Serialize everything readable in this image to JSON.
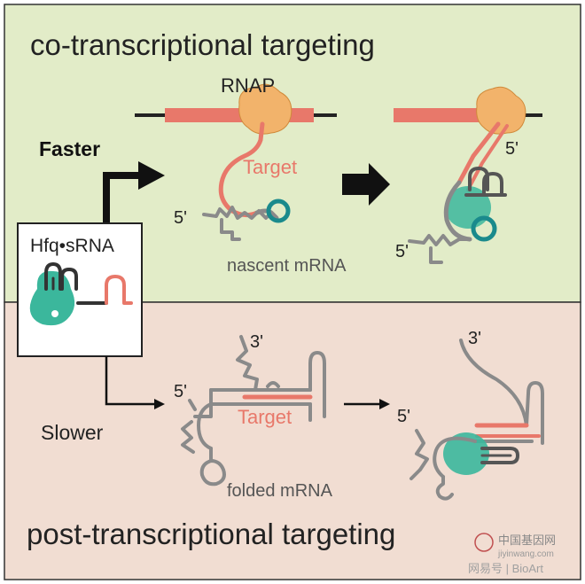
{
  "top_panel": {
    "title": "co-transcriptional targeting",
    "faster_label": "Faster",
    "rnap_label": "RNAP",
    "target_label": "Target",
    "five_prime_a": "5'",
    "five_prime_b": "5'",
    "five_prime_c": "5'",
    "nascent_label": "nascent mRNA"
  },
  "bottom_panel": {
    "title": "post-transcriptional targeting",
    "slower_label": "Slower",
    "target_label": "Target",
    "folded_label": "folded mRNA",
    "three_prime_a": "3'",
    "three_prime_b": "3'",
    "five_prime_a": "5'",
    "five_prime_b": "5'"
  },
  "complex_box": {
    "label": "Hfq•sRNA"
  },
  "watermark": {
    "site_cn": "中国基因网",
    "site_url": "jiyinwang.com",
    "footer": "网易号 | BioArt"
  },
  "colors": {
    "top_bg": "#e2ecc8",
    "bottom_bg": "#f1ddd2",
    "salmon": "#e8786a",
    "rna_gray": "#8a8a8a",
    "hfq_teal": "#3bb79c",
    "rnap_orange": "#f2b36b",
    "loop_teal": "#1a8a8c"
  }
}
